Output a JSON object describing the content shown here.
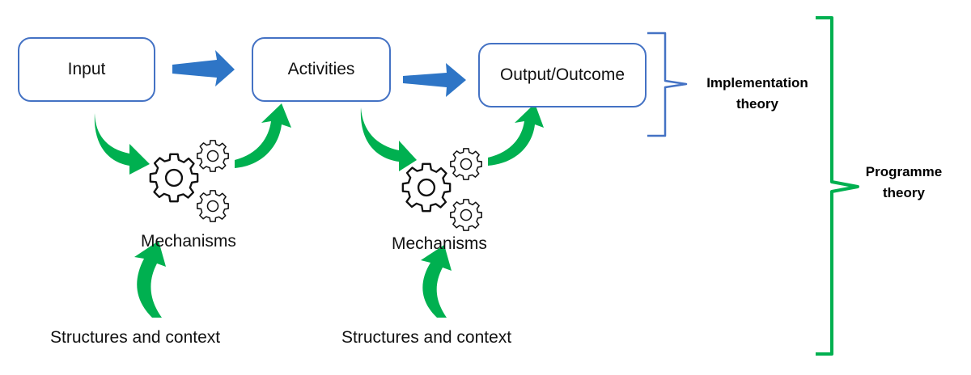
{
  "boxes": {
    "input": "Input",
    "activities": "Activities",
    "output": "Output/Outcome"
  },
  "mechanisms": [
    "Mechanisms",
    "Mechanisms"
  ],
  "structures": [
    "Structures and context",
    "Structures and context"
  ],
  "implementation_theory": [
    "Implementation",
    "theory"
  ],
  "programme_theory": [
    "Programme",
    "theory"
  ],
  "colors": {
    "box_border": "#4472C4",
    "blue_arrow": "#2E75C6",
    "green_arrow": "#00B050",
    "implementation_bracket": "#4472C4",
    "programme_bracket": "#00B050"
  },
  "icons": [
    "gears-icon",
    "gears-icon"
  ]
}
